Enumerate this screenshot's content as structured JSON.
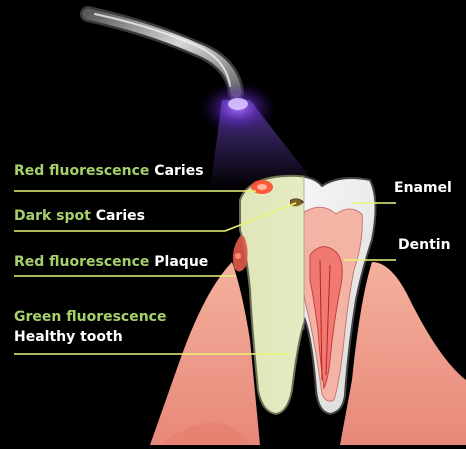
{
  "labels": {
    "red_fluorescence_caries": {
      "highlight": "Red fluorescence",
      "text": "Caries"
    },
    "dark_spot_caries": {
      "highlight": "Dark spot",
      "text": "Caries"
    },
    "red_fluorescence_plaque": {
      "highlight": "Red fluorescence",
      "text": "Plaque"
    },
    "green_fluorescence": {
      "highlight": "Green fluorescence",
      "text": "Healthy tooth"
    },
    "enamel": "Enamel",
    "dentin": "Dentin"
  },
  "colors": {
    "label_highlight": "#a6d16a",
    "label_text": "#ffffff",
    "background": "#000000",
    "gum": "#f0a08e",
    "light": "#8a4bff"
  }
}
